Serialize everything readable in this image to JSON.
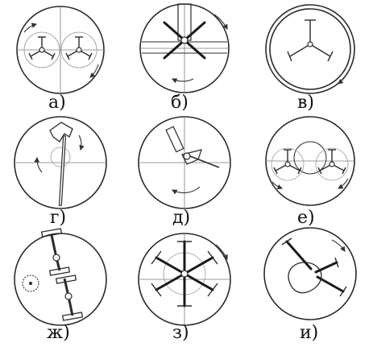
{
  "panels": [
    {
      "id": "a",
      "caption": "а)"
    },
    {
      "id": "b",
      "caption": "б)"
    },
    {
      "id": "v",
      "caption": "в)"
    },
    {
      "id": "g",
      "caption": "г)"
    },
    {
      "id": "d",
      "caption": "д)"
    },
    {
      "id": "e",
      "caption": "е)"
    },
    {
      "id": "zh",
      "caption": "ж)"
    },
    {
      "id": "z",
      "caption": "з)"
    },
    {
      "id": "i",
      "caption": "и)"
    }
  ]
}
